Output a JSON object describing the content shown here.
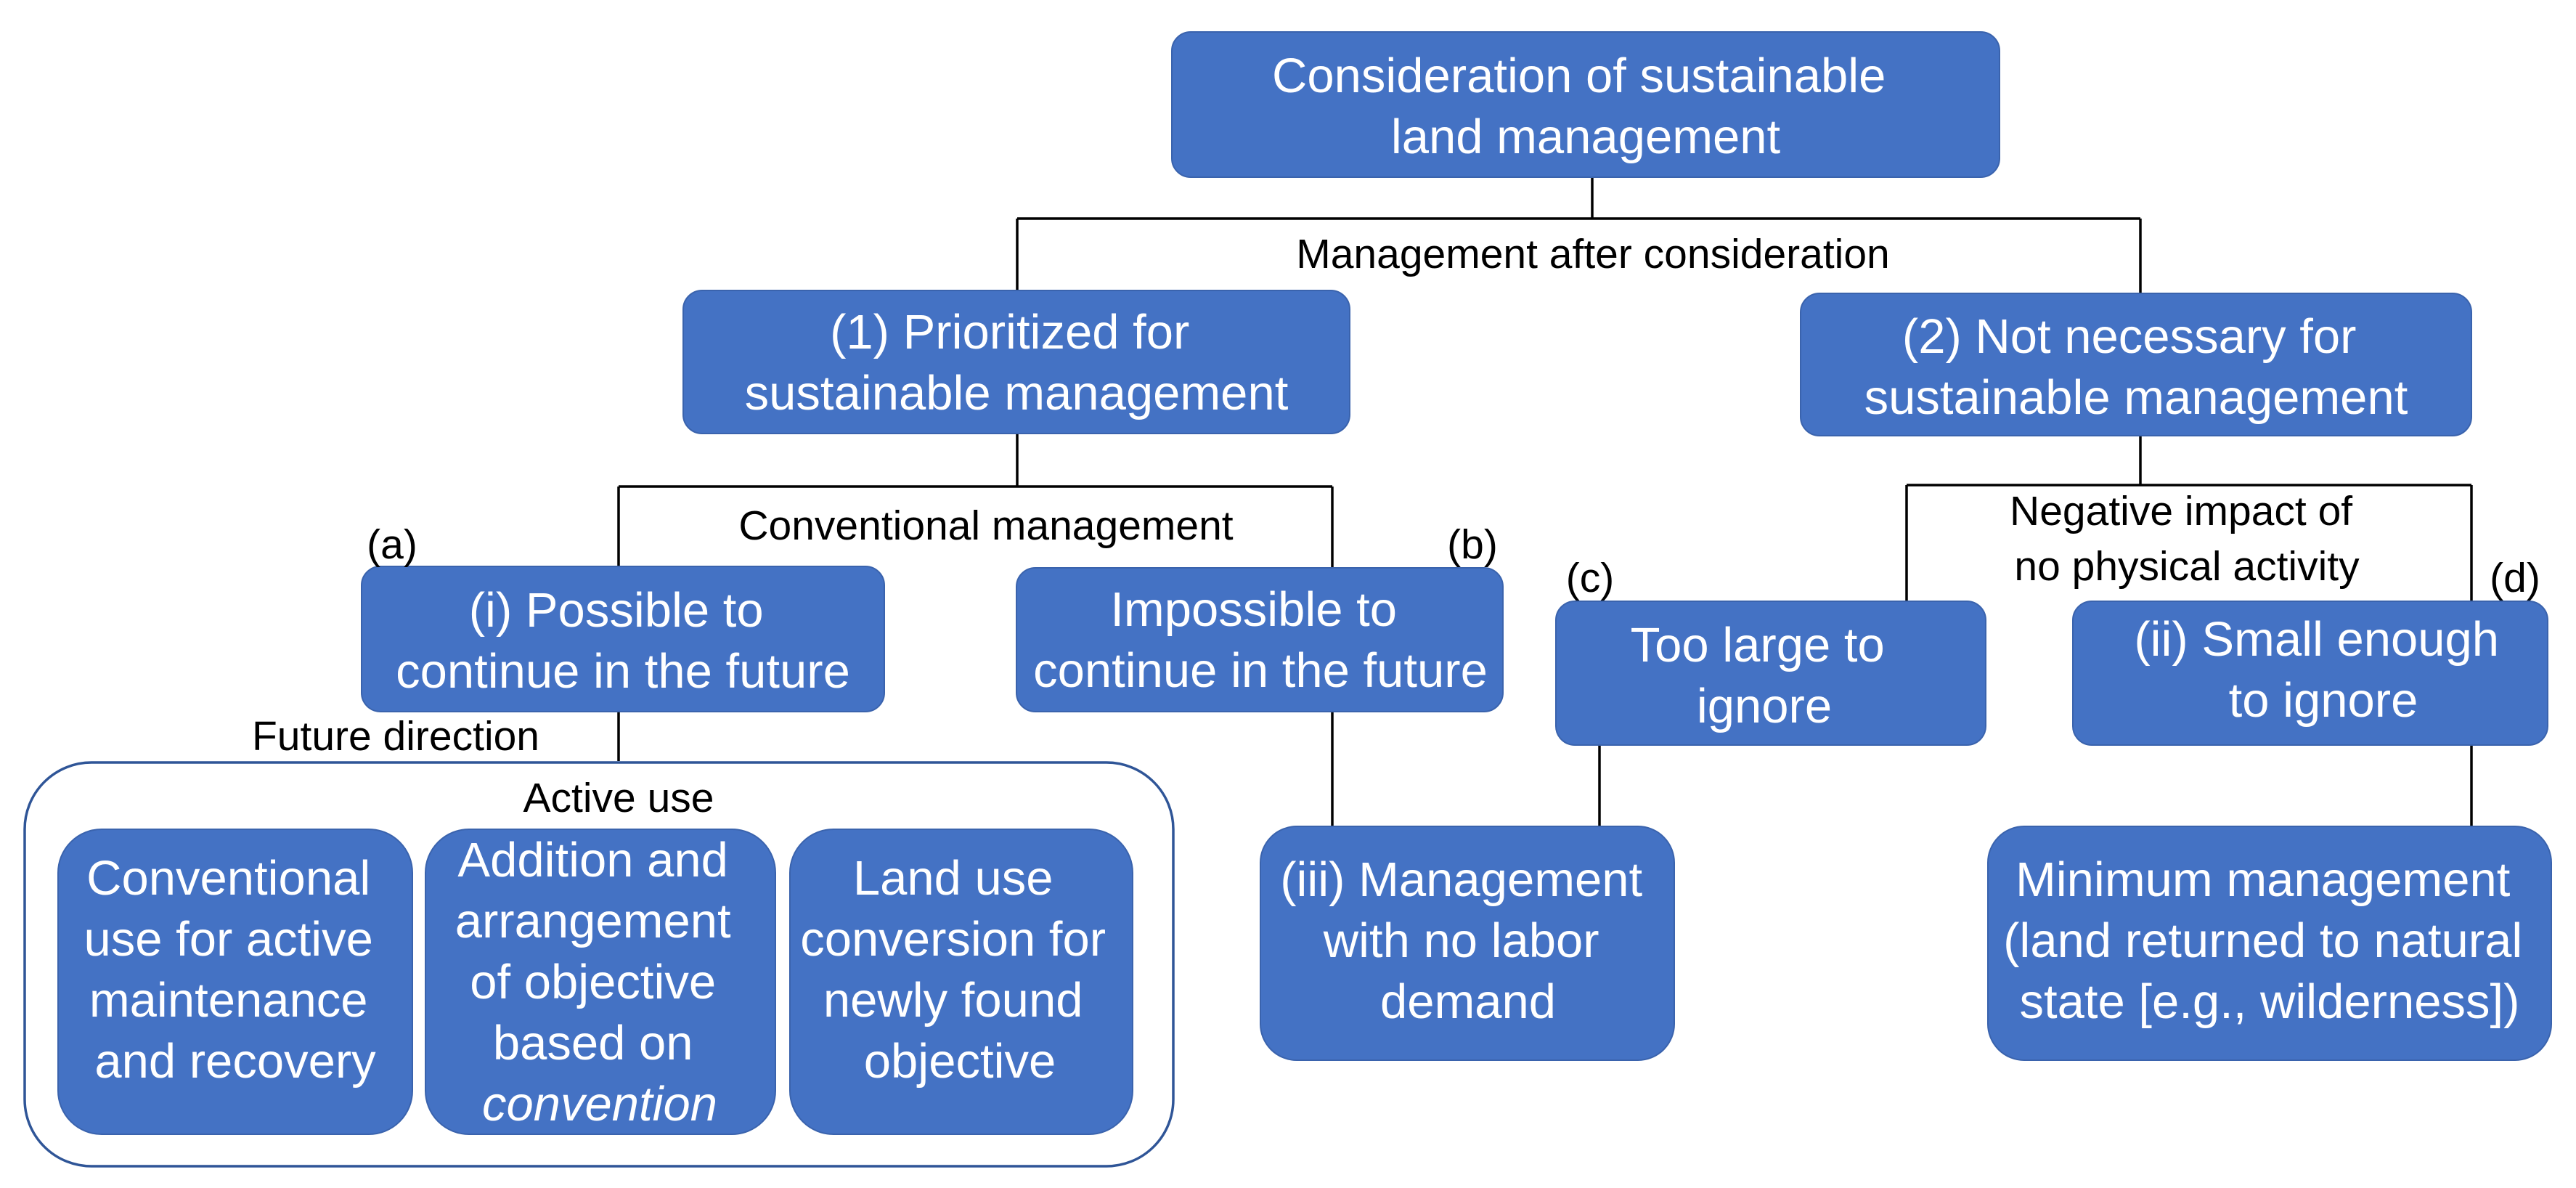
{
  "nodes": {
    "root": {
      "lines": [
        "Consideration of sustainable",
        "land management"
      ]
    },
    "prioritized": {
      "lines": [
        "(1) Prioritized for",
        "sustainable management"
      ]
    },
    "not_necessary": {
      "lines": [
        "(2) Not necessary for",
        "sustainable management"
      ]
    },
    "possible": {
      "lines": [
        "(i) Possible to",
        "continue in the future"
      ]
    },
    "impossible": {
      "lines": [
        "Impossible to",
        "continue in the future"
      ]
    },
    "too_large": {
      "lines": [
        "Too large to",
        "ignore"
      ]
    },
    "small_enough": {
      "lines": [
        "(ii) Small enough",
        "to ignore"
      ]
    },
    "conventional_use": {
      "lines": [
        "Conventional",
        "use for active",
        "maintenance",
        "and recovery"
      ]
    },
    "addition": {
      "lines": [
        "Addition and",
        "arrangement",
        "of objective",
        "based on",
        "convention"
      ]
    },
    "land_use": {
      "lines": [
        "Land use",
        "conversion for",
        "newly found",
        "objective"
      ]
    },
    "no_labor": {
      "lines": [
        "(iii) Management",
        "with no labor",
        "demand"
      ]
    },
    "minimum": {
      "lines": [
        "Minimum management",
        "(land returned to natural",
        "state [e.g., wilderness])"
      ]
    }
  },
  "edge_labels": {
    "management_after": "Management after consideration",
    "conventional_management": "Conventional management",
    "negative_impact": [
      "Negative impact of",
      "no physical activity"
    ],
    "future_direction": "Future direction",
    "active_use": "Active use"
  },
  "corner_labels": {
    "a": "(a)",
    "b": "(b)",
    "c": "(c)",
    "d": "(d)"
  }
}
